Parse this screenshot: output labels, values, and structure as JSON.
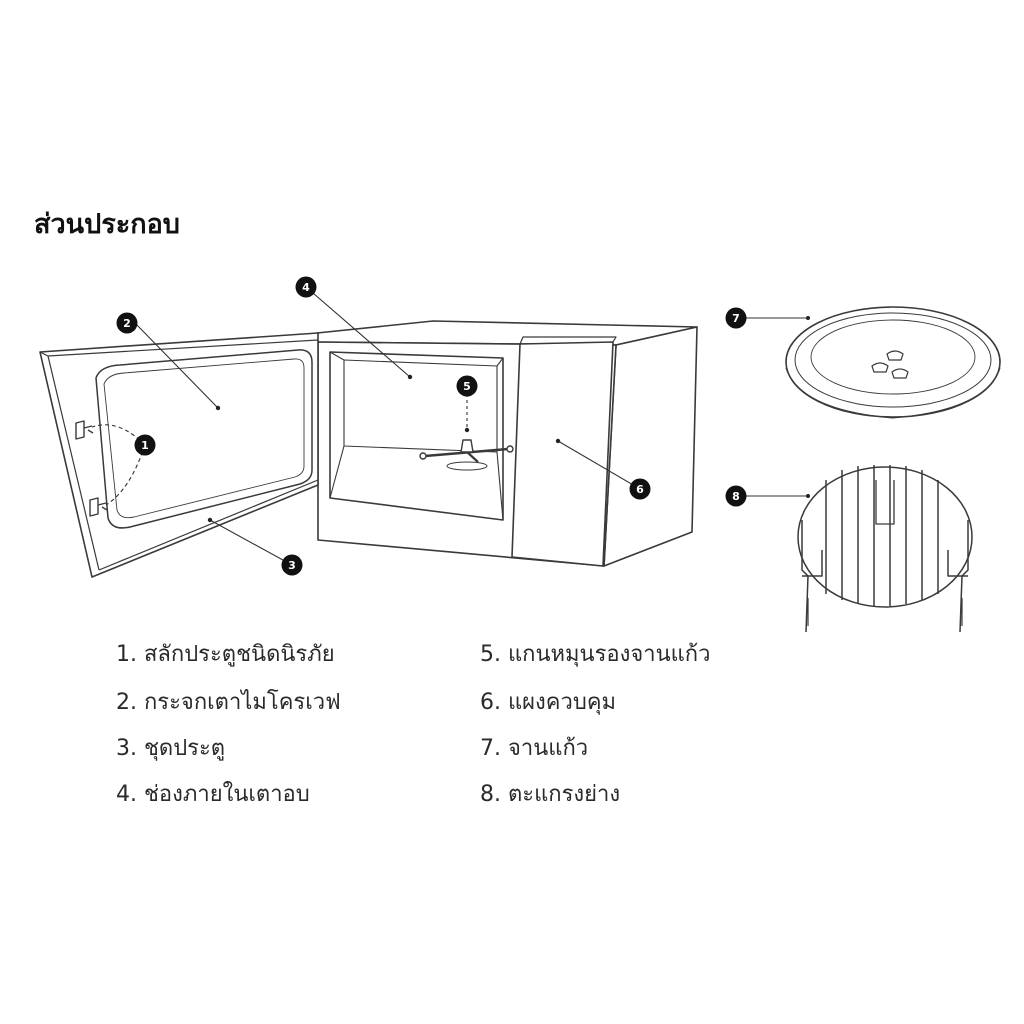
{
  "title": "ส่วนประกอบ",
  "callouts": [
    "1",
    "2",
    "3",
    "4",
    "5",
    "6",
    "7",
    "8"
  ],
  "legend": [
    "1. สลักประตูชนิดนิรภัย",
    "2. กระจกเตาไมโครเวฟ",
    "3. ชุดประตู",
    "4. ช่องภายในเตาอบ",
    "5. แกนหมุนรองจานแก้ว",
    "6. แผงควบคุม",
    "7. จานแก้ว",
    "8. ตะแกรงย่าง"
  ],
  "colors": {
    "line": "#3a3a3a",
    "badge": "#111111",
    "background": "#ffffff"
  }
}
